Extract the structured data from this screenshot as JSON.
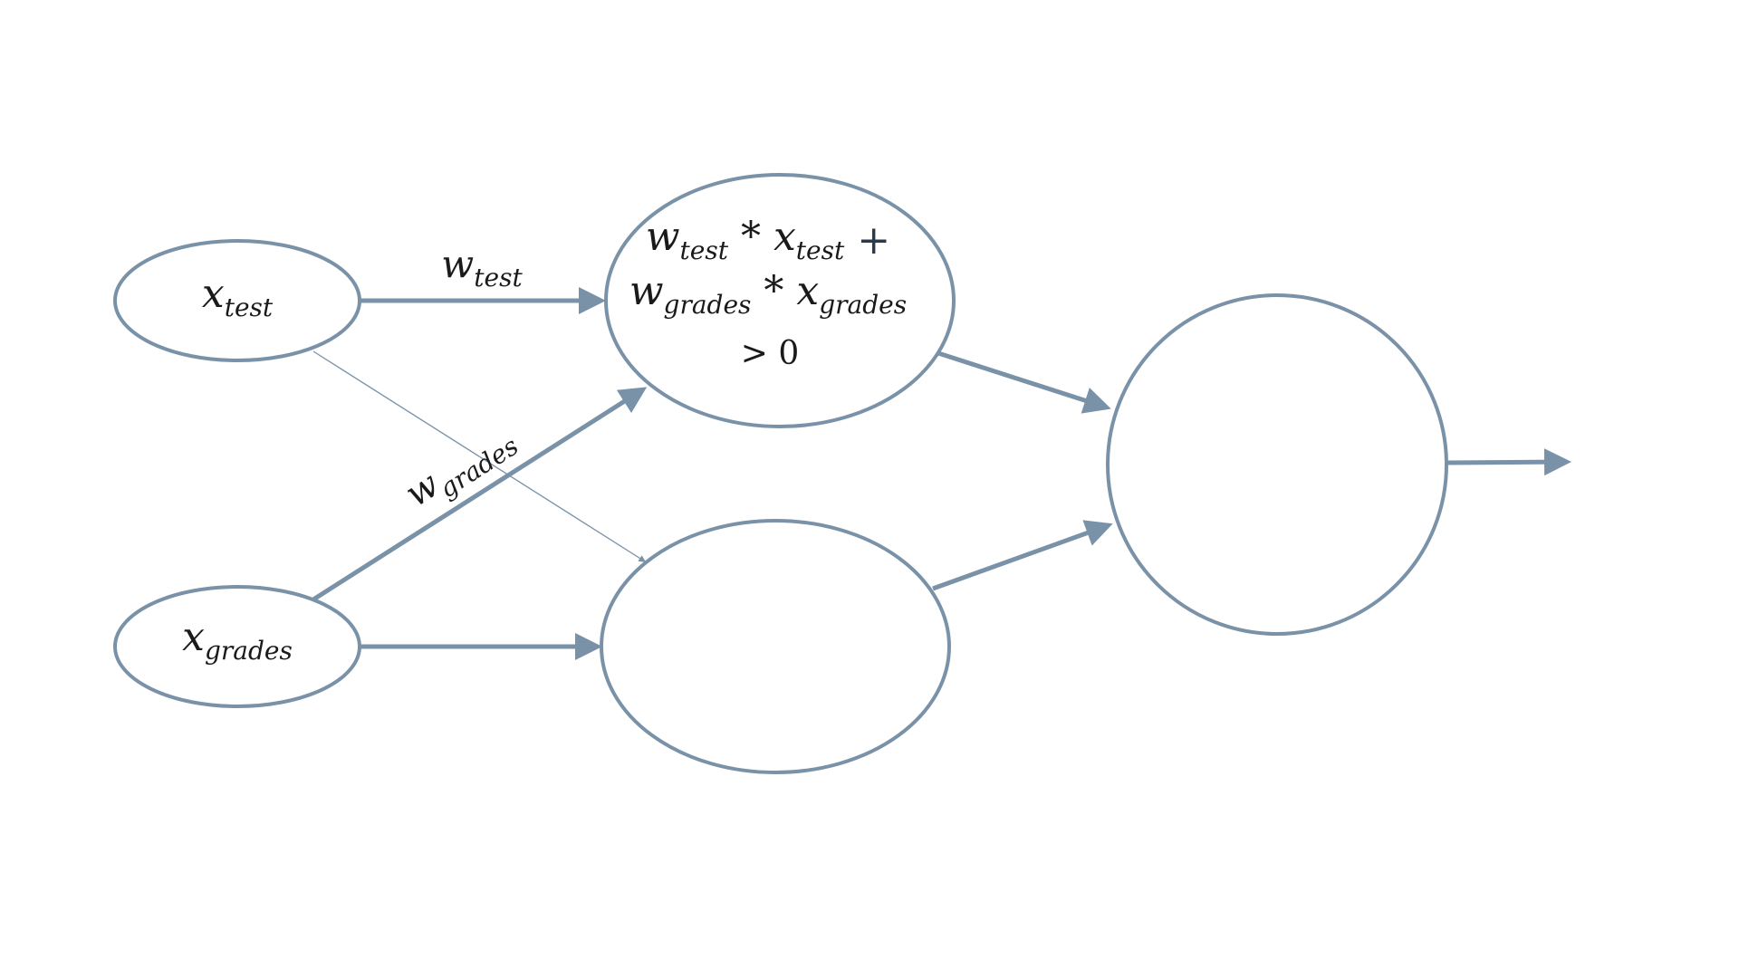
{
  "colors": {
    "stroke": "#7a92a8",
    "text": "#1a1a1a",
    "plus": "#2b3a4a",
    "background": "#ffffff"
  },
  "input_test": {
    "base": "x",
    "sub": "test"
  },
  "input_grades": {
    "base": "x",
    "sub": "grades"
  },
  "weight_test": {
    "base": "w",
    "sub": "test"
  },
  "weight_grades": {
    "base": "w",
    "sub": "grades"
  },
  "hidden_top": {
    "line1": {
      "w": "w",
      "w_sub": "test",
      "op": " * ",
      "x": "x",
      "x_sub": "test",
      "plus": "+"
    },
    "line2": {
      "w": "w",
      "w_sub": "grades",
      "op": " * ",
      "x": "x",
      "x_sub": "grades"
    },
    "line3": "> 0"
  }
}
